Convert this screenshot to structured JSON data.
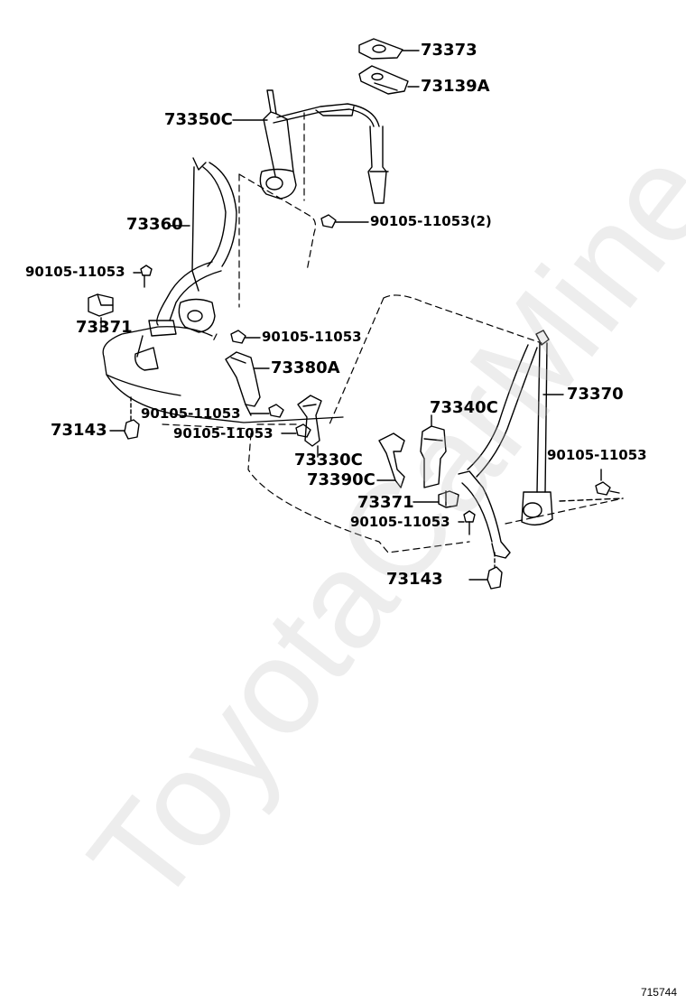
{
  "watermark": "ToyotaCarMine.ru",
  "reference_id": "715744",
  "labels": {
    "p73373": "73373",
    "p73139a": "73139A",
    "p73350c": "73350C",
    "bolt_upper_2": "90105-11053(2)",
    "p73360": "73360",
    "bolt_left": "90105-11053",
    "p73371_left": "73371",
    "bolt_mid": "90105-11053",
    "p73380a": "73380A",
    "p73143_left": "73143",
    "bolt_lower_left": "90105-11053",
    "bolt_lower_mid": "90105-11053",
    "p73340c": "73340C",
    "p73370": "73370",
    "bolt_right": "90105-11053",
    "p73330c": "73330C",
    "p73390c": "73390C",
    "p73371_right": "73371",
    "bolt_lower_right": "90105-11053",
    "p73143_right": "73143"
  },
  "colors": {
    "line": "#000000",
    "watermark": "#bebebe",
    "background": "#ffffff"
  }
}
